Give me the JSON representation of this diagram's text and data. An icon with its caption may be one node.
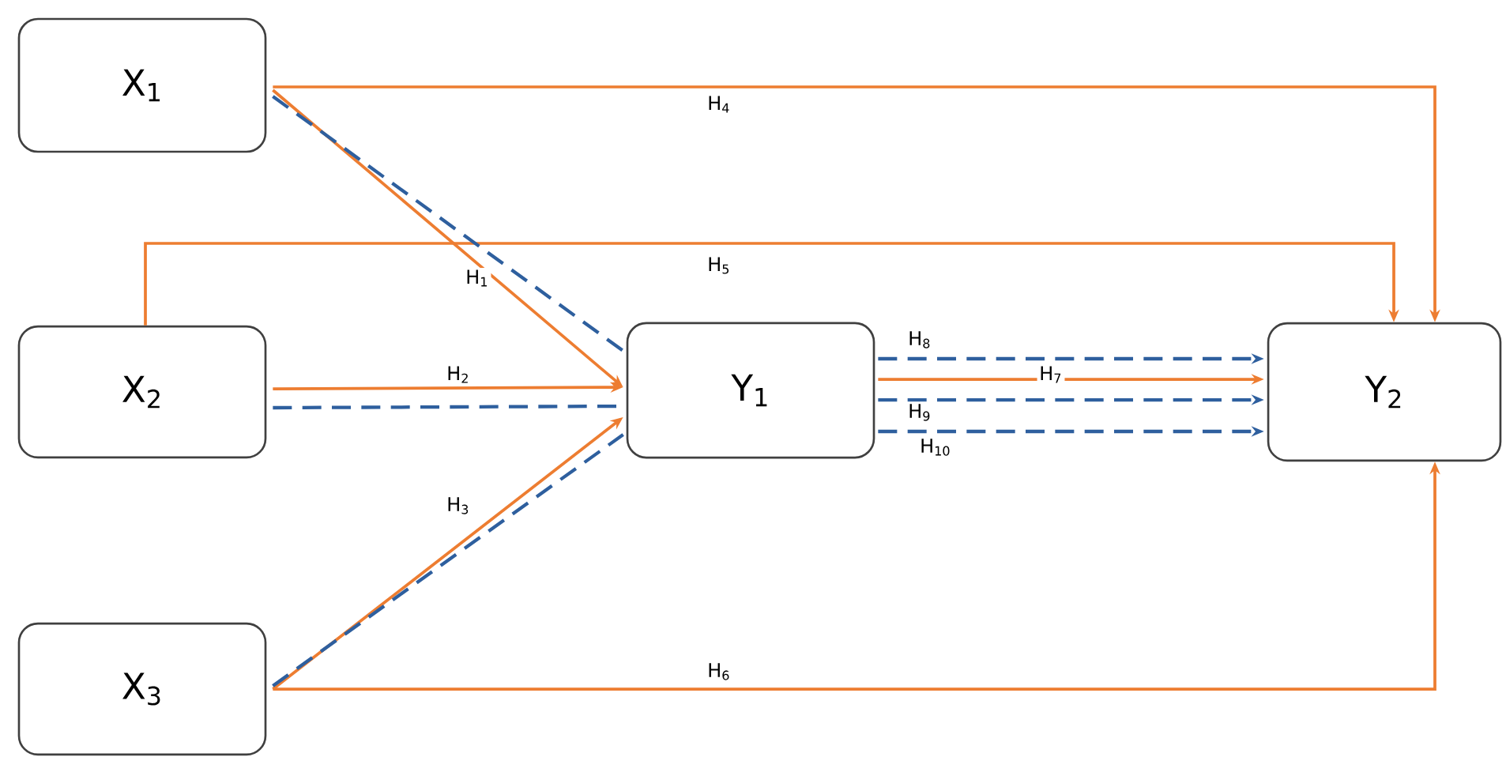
{
  "diagram": {
    "nodes": [
      {
        "text": [
          "X$_{1}$"
        ]
      },
      {
        "text": [
          "X$_{2}$"
        ]
      },
      {
        "text": [
          "X$_{3}$"
        ]
      },
      {
        "text": [
          "Y$_{1}$"
        ]
      },
      {
        "text": [
          "Y$_{2}$"
        ]
      }
    ],
    "edges": [
      {
        "from": 0,
        "to": 3,
        "arrow": "to",
        "label": "H$_{1}$"
      },
      {
        "from": 1,
        "to": 3,
        "arrow": "to",
        "label": "H$_{2}$"
      },
      {
        "from": 2,
        "to": 3,
        "arrow": "to",
        "label": "H$_{3}$"
      },
      {
        "from": 0,
        "to": 4,
        "arrow": "to",
        "label": "H$_{4}$"
      },
      {
        "from": 1,
        "to": 4,
        "arrow": "to",
        "label": "H$_{5}$"
      },
      {
        "from": 2,
        "to": 4,
        "arrow": "to",
        "label": "H$_{6}$"
      },
      {
        "from": 3,
        "to": 4,
        "arrow": "to",
        "label": "H$_{7}$"
      },
      {
        "from": 3,
        "to": 4,
        "arrow": "to",
        "label": "H$_{8}$",
        "style": "dashed",
        "color": "#2e5f9e"
      },
      {
        "from": 3,
        "to": 4,
        "arrow": "to",
        "label": "H$_{9}$",
        "style": "dashed",
        "color": "#2e5f9e"
      },
      {
        "from": 3,
        "to": 4,
        "arrow": "to",
        "label": "H$_{10}$",
        "style": "dashed",
        "color": "#2e5f9e"
      },
      {
        "from": 0,
        "to": 3,
        "arrow": "none",
        "style": "dashed",
        "color": "#2e5f9e"
      },
      {
        "from": 1,
        "to": 3,
        "arrow": "none",
        "style": "dashed",
        "color": "#2e5f9e"
      },
      {
        "from": 2,
        "to": 3,
        "arrow": "none",
        "style": "dashed",
        "color": "#2e5f9e"
      }
    ]
  }
}
